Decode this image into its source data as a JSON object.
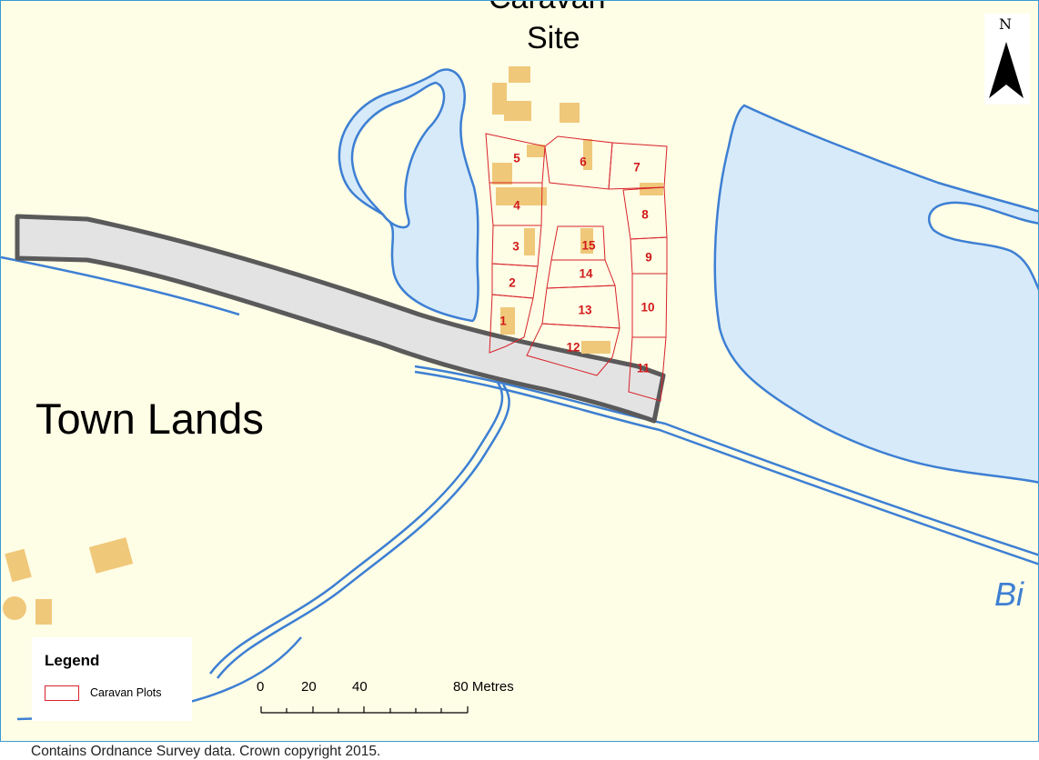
{
  "map": {
    "site_label_partial": "Caravan",
    "site_label": "Site",
    "town_lands_label": "Town Lands",
    "river_label_partial": "Bi",
    "north_arrow": "N",
    "colors": {
      "land": "#fefde6",
      "water_fill": "#d6eaf9",
      "water_edge": "#3d7fd3",
      "road_fill": "#e3e3e3",
      "road_edge": "#5a5a5a",
      "building": "#f0c87a",
      "plot_outline": "#d8232a",
      "frame": "#3a9bd5"
    }
  },
  "plots": [
    "1",
    "2",
    "3",
    "4",
    "5",
    "6",
    "7",
    "8",
    "9",
    "10",
    "11",
    "12",
    "13",
    "14",
    "15"
  ],
  "legend": {
    "title": "Legend",
    "item_label": "Caravan Plots"
  },
  "scale_bar": {
    "ticks": [
      "0",
      "20",
      "40",
      "80 Metres"
    ]
  },
  "footer": {
    "attribution": "Contains Ordnance Survey data.  Crown copyright 2015."
  }
}
